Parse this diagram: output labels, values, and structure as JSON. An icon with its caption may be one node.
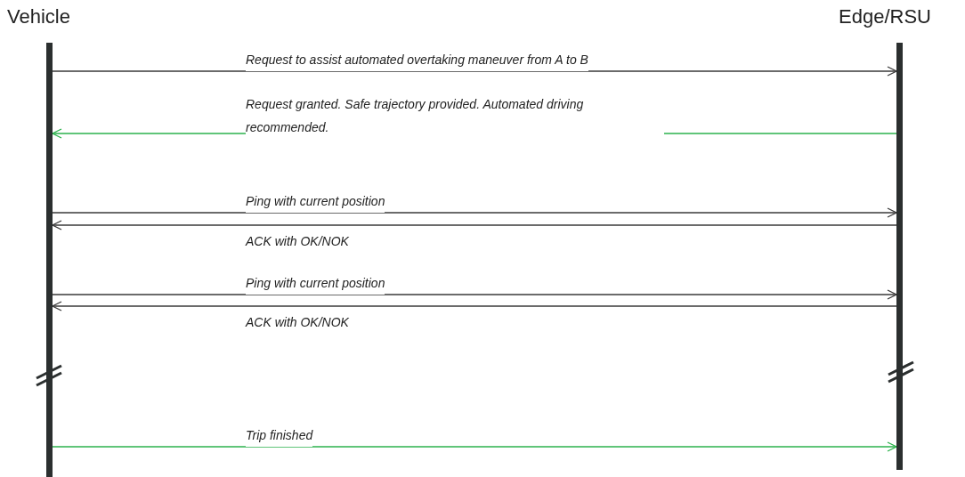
{
  "diagram": {
    "nodes": [
      {
        "text": [
          "Vehicle"
        ]
      },
      {
        "text": [
          "Edge/RSU"
        ]
      }
    ],
    "edges": [
      {
        "from": 0,
        "to": 1,
        "arrow": "to",
        "label": "Request to assist automated overtaking maneuver from A to B"
      },
      {
        "from": 1,
        "to": 0,
        "arrow": "to",
        "label": "Request granted. Safe trajectory provided. Automated driving recommended.",
        "color": "#2bb24c"
      },
      {
        "from": 0,
        "to": 1,
        "arrow": "to",
        "label": "Ping with current position"
      },
      {
        "from": 1,
        "to": 0,
        "arrow": "to",
        "label": "ACK with OK/NOK"
      },
      {
        "from": 0,
        "to": 1,
        "arrow": "to",
        "label": "Ping with current position"
      },
      {
        "from": 1,
        "to": 0,
        "arrow": "to",
        "label": "ACK with OK/NOK"
      },
      {
        "from": 0,
        "to": 1,
        "arrow": "to",
        "label": "Trip finished",
        "color": "#2bb24c"
      }
    ]
  }
}
